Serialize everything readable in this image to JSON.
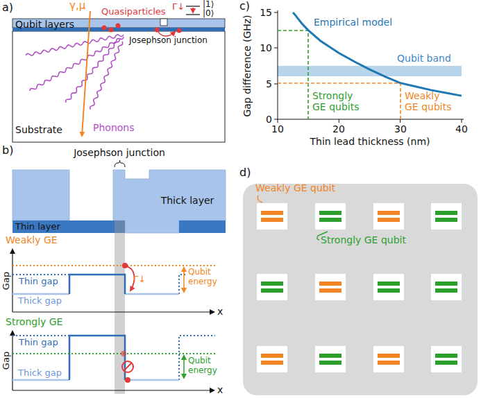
{
  "diagram": {
    "nodes": [
      {
        "text": [
          "Qubit layers"
        ]
      },
      {
        "text": [
          "Substrate"
        ]
      },
      {
        "text": [
          "Thick layer"
        ]
      },
      {
        "text": [
          "Thin layer"
        ]
      },
      {
        "text": [
          "Weakly GE qubit",
          "Strongly GE qubit"
        ]
      }
    ],
    "labels": [
      "a)",
      "γ,μ",
      "Quasiparticles",
      "Γ↓",
      "|1⟩",
      "|0⟩",
      "Josephson junction",
      "Phonons",
      "b)",
      "Josephson junction",
      "Weakly GE",
      "Gap",
      "Thin gap",
      "Thick gap",
      "Γ↓",
      "Qubit energy",
      "x",
      "Strongly GE",
      "Gap",
      "Thin gap",
      "Thick gap",
      "Qubit energy",
      "x",
      "c)",
      "15",
      "10",
      "5",
      "0",
      "10",
      "20",
      "30",
      "40",
      "Gap difference (GHz)",
      "Thin lead thickness (nm)",
      "Empirical model",
      "Qubit band",
      "Strongly GE qubits",
      "Weakly GE qubits",
      "d)"
    ]
  }
}
